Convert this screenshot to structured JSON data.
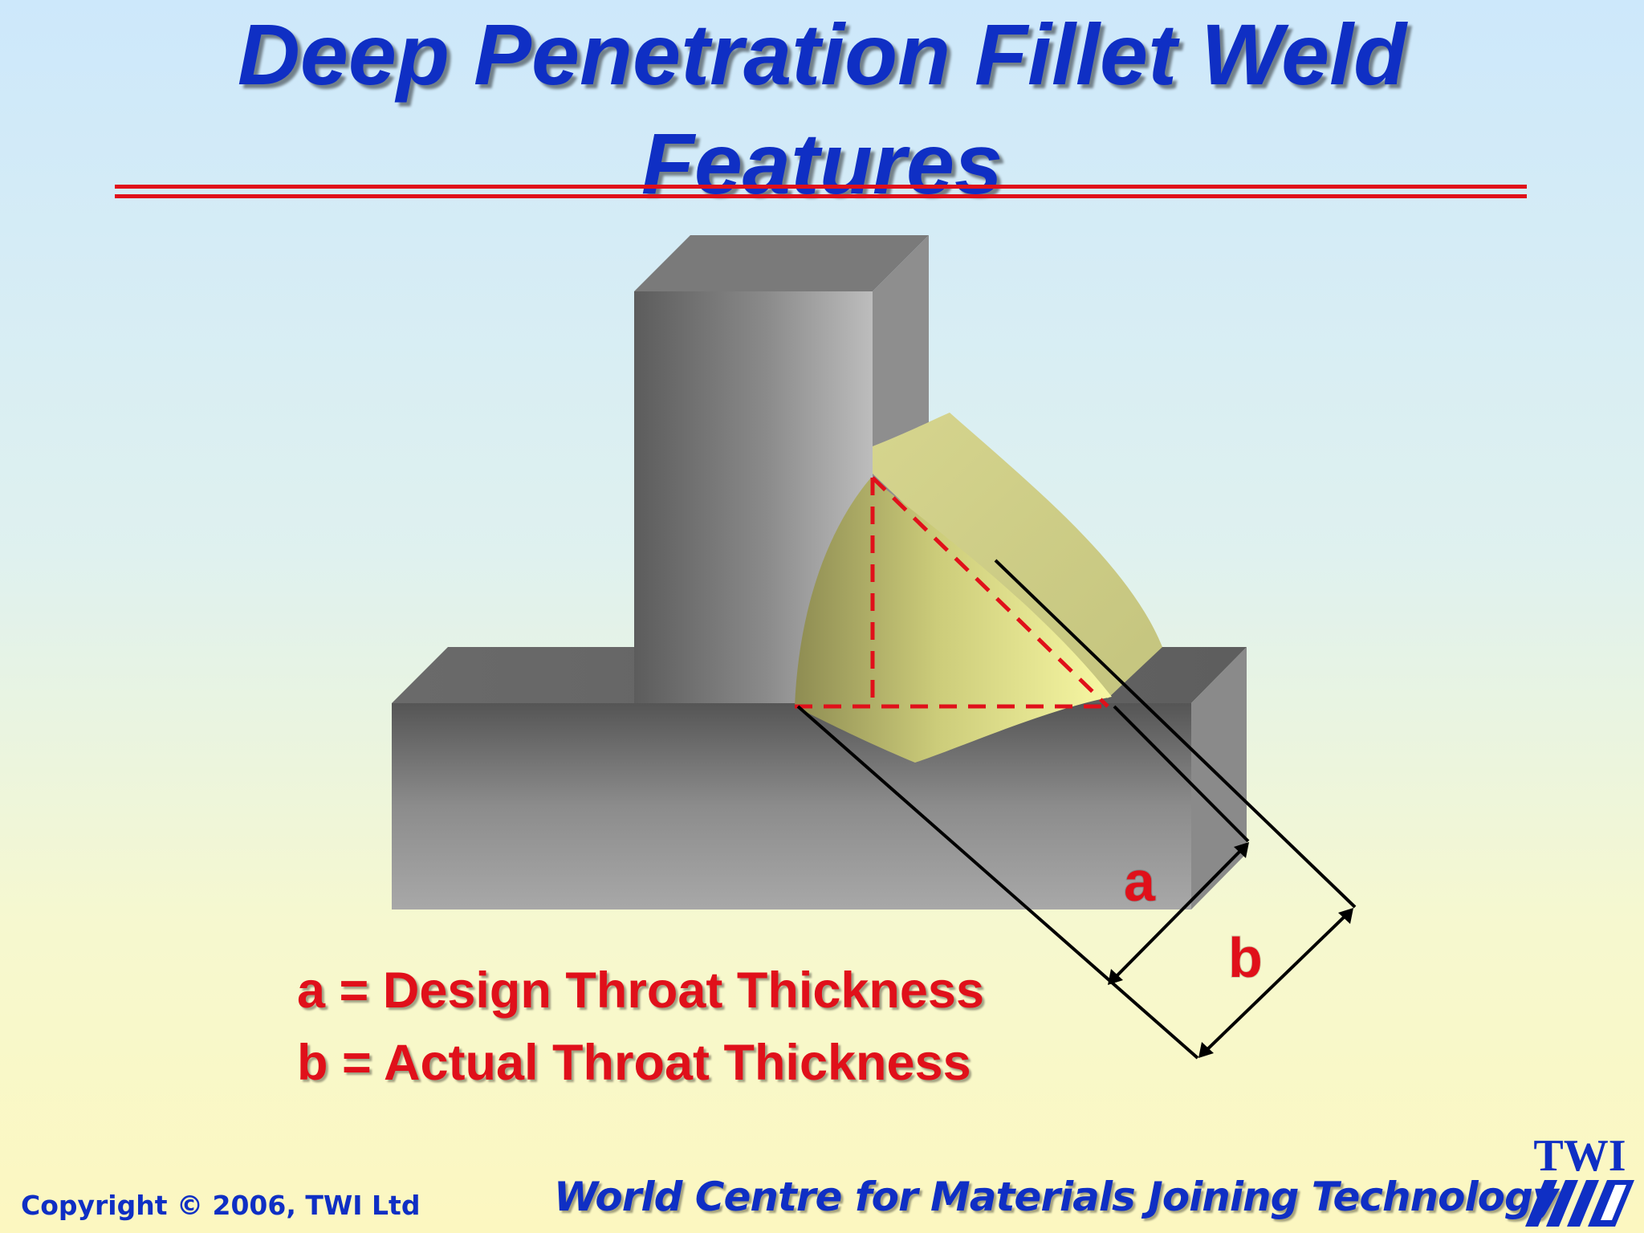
{
  "title": {
    "line1": "Deep Penetration Fillet Weld",
    "line2": "Features"
  },
  "diagram": {
    "label_a": "a",
    "label_b": "b"
  },
  "legend": {
    "a": "a = Design Throat Thickness",
    "b": "b = Actual Throat Thickness"
  },
  "footer": {
    "copyright": "Copyright © 2006, TWI Ltd",
    "tagline": "World Centre for Materials Joining Technology",
    "logo_text": "TWI"
  },
  "colors": {
    "title_blue": "#0f2fc4",
    "accent_red": "#e0101a",
    "weld_yellow": "#e8e88a"
  },
  "icons": {
    "logo": "twi-logo-icon"
  }
}
